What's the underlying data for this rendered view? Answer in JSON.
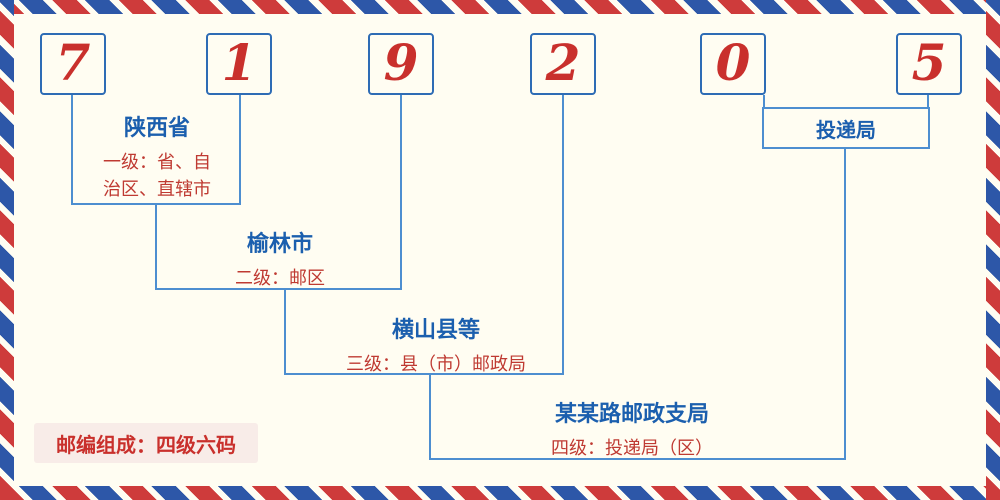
{
  "postal_code": {
    "digits": [
      "7",
      "1",
      "9",
      "2",
      "0",
      "5"
    ]
  },
  "levels": [
    {
      "name": "陕西省",
      "desc": "一级：省、自治区、直辖市"
    },
    {
      "name": "榆林市",
      "desc": "二级：邮区"
    },
    {
      "name": "横山县等",
      "desc": "三级：县（市）邮政局"
    },
    {
      "name": "某某路邮政支局",
      "desc": "四级：投递局（区）"
    }
  ],
  "delivery_office_label": "投递局",
  "footer_note": "邮编组成：四级六码",
  "colors": {
    "digit_red": "#c9302c",
    "box_border_blue": "#2e6cb5",
    "line_blue": "#4d8ed0",
    "name_blue": "#1b5fae",
    "desc_red": "#bf3a32",
    "background": "#fffdf2",
    "stripe_red": "#ce3b3b",
    "stripe_blue": "#2d57a8"
  }
}
